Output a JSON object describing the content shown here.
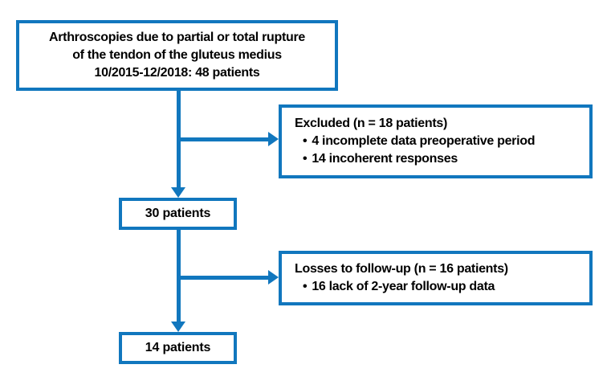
{
  "colors": {
    "accent": "#1177BE",
    "text": "#000000",
    "background": "#FFFFFF"
  },
  "bullet_char": "•",
  "flowchart": {
    "initial_box": {
      "line1": "Arthroscopies due to partial or total rupture",
      "line2": "of the tendon of the gluteus medius",
      "line3": "10/2015-12/2018: 48 patients"
    },
    "excluded_box": {
      "title": "Excluded (n = 18 patients)",
      "bullets": [
        "4 incomplete data preoperative period",
        "14 incoherent responses"
      ]
    },
    "after_exclusion_box": {
      "label": "30 patients"
    },
    "losses_box": {
      "title": "Losses to follow-up (n = 16 patients)",
      "bullets": [
        "16 lack of 2-year follow-up data"
      ]
    },
    "final_box": {
      "label": "14 patients"
    }
  }
}
